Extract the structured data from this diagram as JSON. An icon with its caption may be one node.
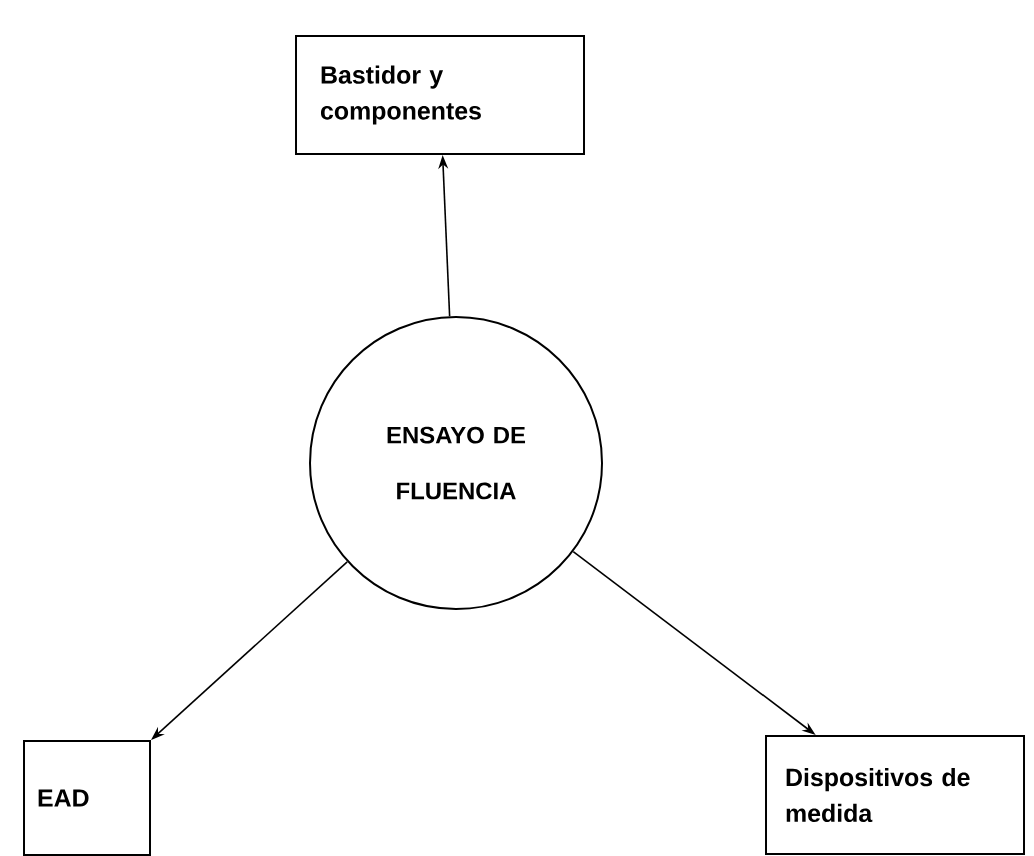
{
  "diagram": {
    "nodes": [
      {
        "text": [
          "Bastidor y componentes"
        ]
      },
      {
        "text": [
          "ENSAYO DE FLUENCIA"
        ]
      },
      {
        "text": [
          "EAD"
        ]
      },
      {
        "text": [
          "Dispositivos de medida"
        ]
      }
    ],
    "edges": [
      {
        "from": 1,
        "to": 0,
        "arrow": "to"
      },
      {
        "from": 1,
        "to": 2,
        "arrow": "to"
      },
      {
        "from": 1,
        "to": 3,
        "arrow": "to"
      }
    ]
  }
}
